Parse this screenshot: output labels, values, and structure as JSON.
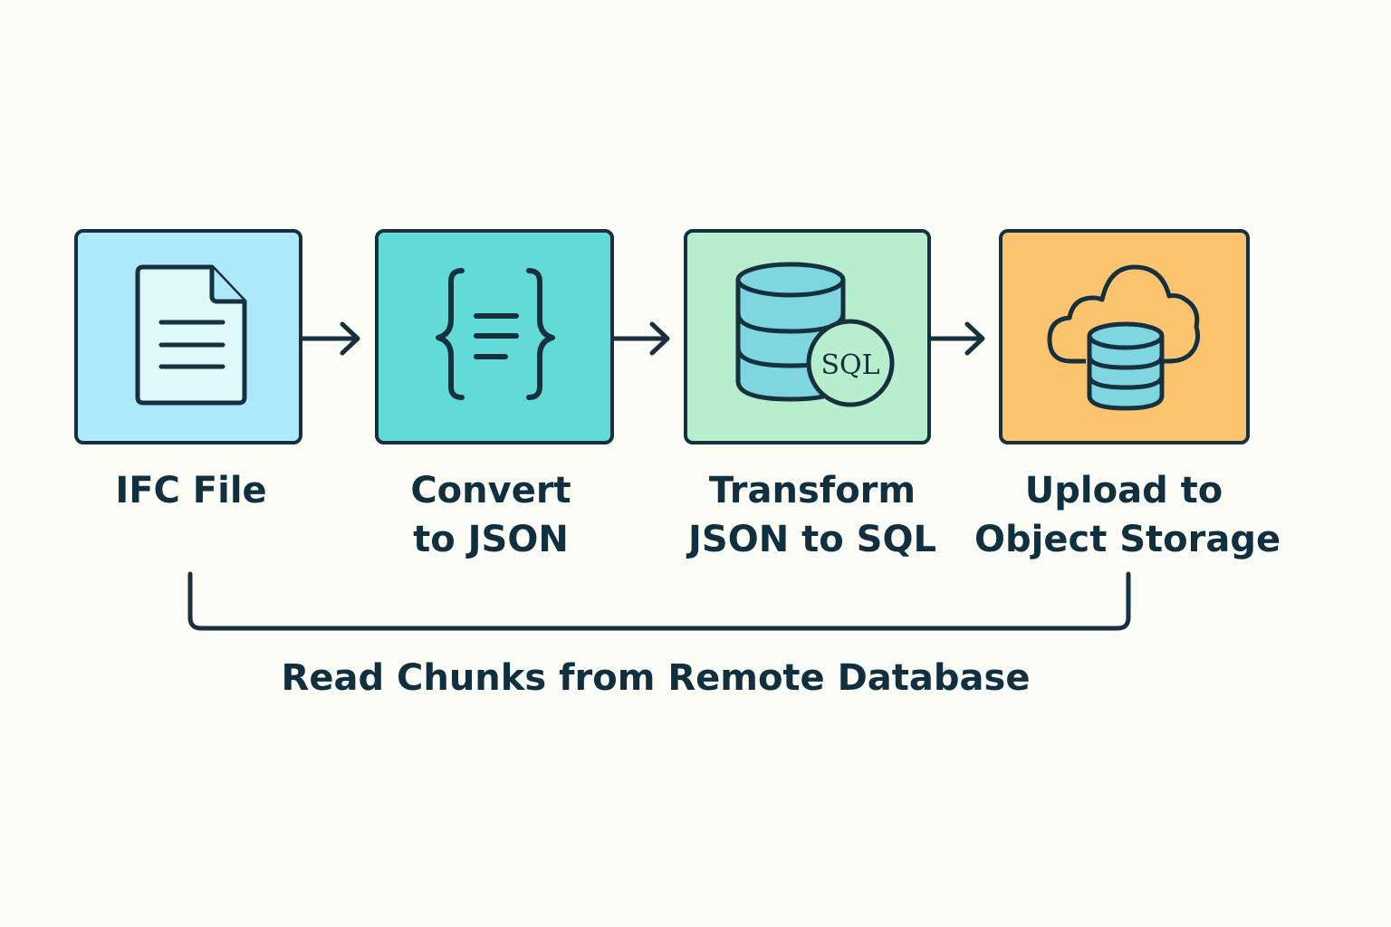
{
  "diagram": {
    "steps": [
      {
        "id": "ifc-file",
        "icon": "document-icon",
        "color": "#aeeafc",
        "label_lines": [
          "IFC File"
        ]
      },
      {
        "id": "convert-json",
        "icon": "json-braces-icon",
        "color": "#62dad8",
        "label_lines": [
          "Convert",
          "to JSON"
        ]
      },
      {
        "id": "transform-sql",
        "icon": "database-sql-icon",
        "color": "#b7efce",
        "label_lines": [
          "Transform",
          "JSON to SQL"
        ]
      },
      {
        "id": "upload-storage",
        "icon": "cloud-database-icon",
        "color": "#fcc46f",
        "label_lines": [
          "Upload to",
          "Object Storage"
        ]
      }
    ],
    "sql_badge_text": "SQL",
    "bracket_label": "Read Chunks from Remote Database",
    "colors": {
      "stroke": "#16303e",
      "background": "#fdfdf7",
      "icon_fill_light": "#def8fb",
      "database_fill": "#7fd6e0"
    }
  }
}
